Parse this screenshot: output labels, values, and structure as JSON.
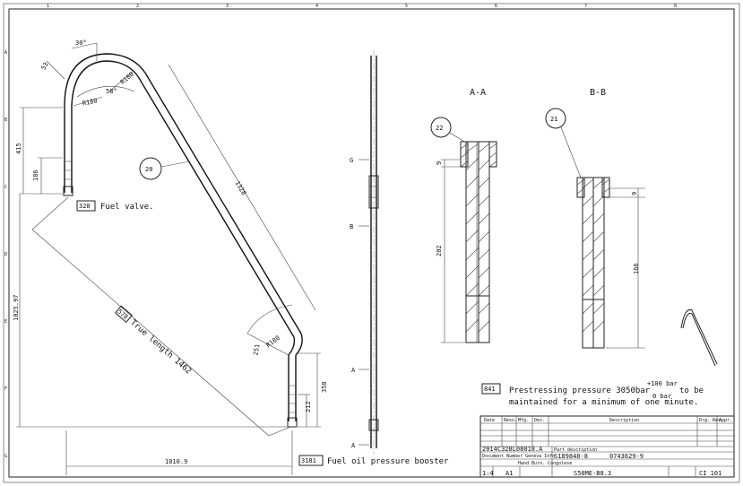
{
  "border": {
    "top_numbers": [
      "1",
      "2",
      "3",
      "4",
      "5",
      "6",
      "7",
      "8"
    ],
    "left_letters": [
      "A",
      "B",
      "C",
      "D",
      "E",
      "F",
      "G"
    ]
  },
  "bent_pipe": {
    "dim_angle": "30°",
    "dim_53": "53",
    "dim_58": "58°",
    "dim_r180_top": "R180",
    "dim_r180_left": "R180",
    "dim_415": "415",
    "dim_186": "186",
    "dim_1025": "1025.97",
    "dim_1010": "1010.9",
    "dim_1328": "1328",
    "dim_251": "251",
    "dim_r180_bottom": "R180",
    "dim_350": "350",
    "dim_212": "212",
    "balloon_20": "20",
    "true_length_code": "578",
    "true_length_text": "True length 1462"
  },
  "notes": {
    "fuel_valve_code": "328",
    "fuel_valve_text": "Fuel valve.",
    "booster_code": "3181",
    "booster_text": "Fuel oil pressure booster",
    "prestress_code": "841",
    "prestress_line1": "Prestressing pressure 3050bar",
    "prestress_tol_plus": "+100 bar",
    "prestress_tol_zero": "0 bar",
    "prestress_to_be": "to be",
    "prestress_line2": "maintained for a minimum of one minute."
  },
  "straight_view": {
    "label_g": "G",
    "label_b": "B",
    "label_a1": "A",
    "label_a2": "A"
  },
  "section_aa": {
    "title": "A-A",
    "balloon": "22",
    "dim_9": "9",
    "dim_202": "202"
  },
  "section_bb": {
    "title": "B-B",
    "balloon": "21",
    "dim_9": "9",
    "dim_166": "166"
  },
  "title_block": {
    "headers": [
      "Date",
      "Reso.",
      "Mfg.",
      "Des.",
      "Description",
      "Drg. Rev.",
      "Appr."
    ],
    "drawing_no": "2014C328L08018.A",
    "row2_left": "Document Number Geneva Info",
    "part_label": "Part description",
    "part_no": "S189848-8",
    "part_no2": "0743629-9",
    "name_text": "Hand Burn. Congolese",
    "scale": "1:4",
    "format": "A1",
    "product_type": "S50ME-B8.3",
    "sheet": "CI 101"
  }
}
